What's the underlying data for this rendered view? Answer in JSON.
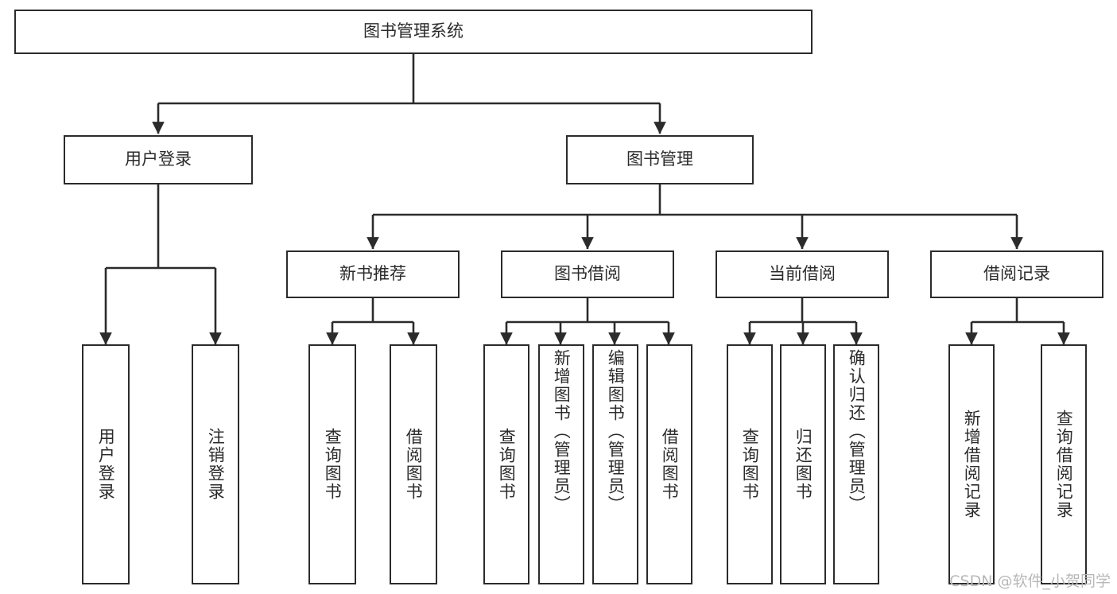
{
  "diagram": {
    "title": "图书管理系统",
    "type": "tree",
    "watermark": "CSDN @软件_小贺同学",
    "colors": {
      "stroke": "#2b2b2b",
      "fill": "#ffffff",
      "watermark": "#b8b8b8"
    },
    "nodes": {
      "root": {
        "label": "图书管理系统"
      },
      "level2": [
        {
          "id": "user-login",
          "label": "用户登录"
        },
        {
          "id": "book-manage",
          "label": "图书管理"
        }
      ],
      "level3": [
        {
          "id": "new-book-recommend",
          "label": "新书推荐"
        },
        {
          "id": "book-borrow",
          "label": "图书借阅"
        },
        {
          "id": "current-borrow",
          "label": "当前借阅"
        },
        {
          "id": "borrow-record",
          "label": "借阅记录"
        }
      ],
      "leaves": {
        "user-login": [
          {
            "id": "leaf-user-login",
            "label": "用户登录"
          },
          {
            "id": "leaf-logout-login",
            "label": "注销登录"
          }
        ],
        "new-book-recommend": [
          {
            "id": "leaf-query-book-1",
            "label": "查询图书"
          },
          {
            "id": "leaf-borrow-book-1",
            "label": "借阅图书"
          }
        ],
        "book-borrow": [
          {
            "id": "leaf-query-book-2",
            "label": "查询图书"
          },
          {
            "id": "leaf-add-book-admin",
            "label": "新增图书（管理员）"
          },
          {
            "id": "leaf-edit-book-admin",
            "label": "编辑图书（管理员）"
          },
          {
            "id": "leaf-borrow-book-2",
            "label": "借阅图书"
          }
        ],
        "current-borrow": [
          {
            "id": "leaf-query-book-3",
            "label": "查询图书"
          },
          {
            "id": "leaf-return-book",
            "label": "归还图书"
          },
          {
            "id": "leaf-confirm-return-admin",
            "label": "确认归还（管理员）"
          }
        ],
        "borrow-record": [
          {
            "id": "leaf-add-borrow-record",
            "label": "新增借阅记录"
          },
          {
            "id": "leaf-query-borrow-record",
            "label": "查询借阅记录"
          }
        ]
      }
    }
  }
}
